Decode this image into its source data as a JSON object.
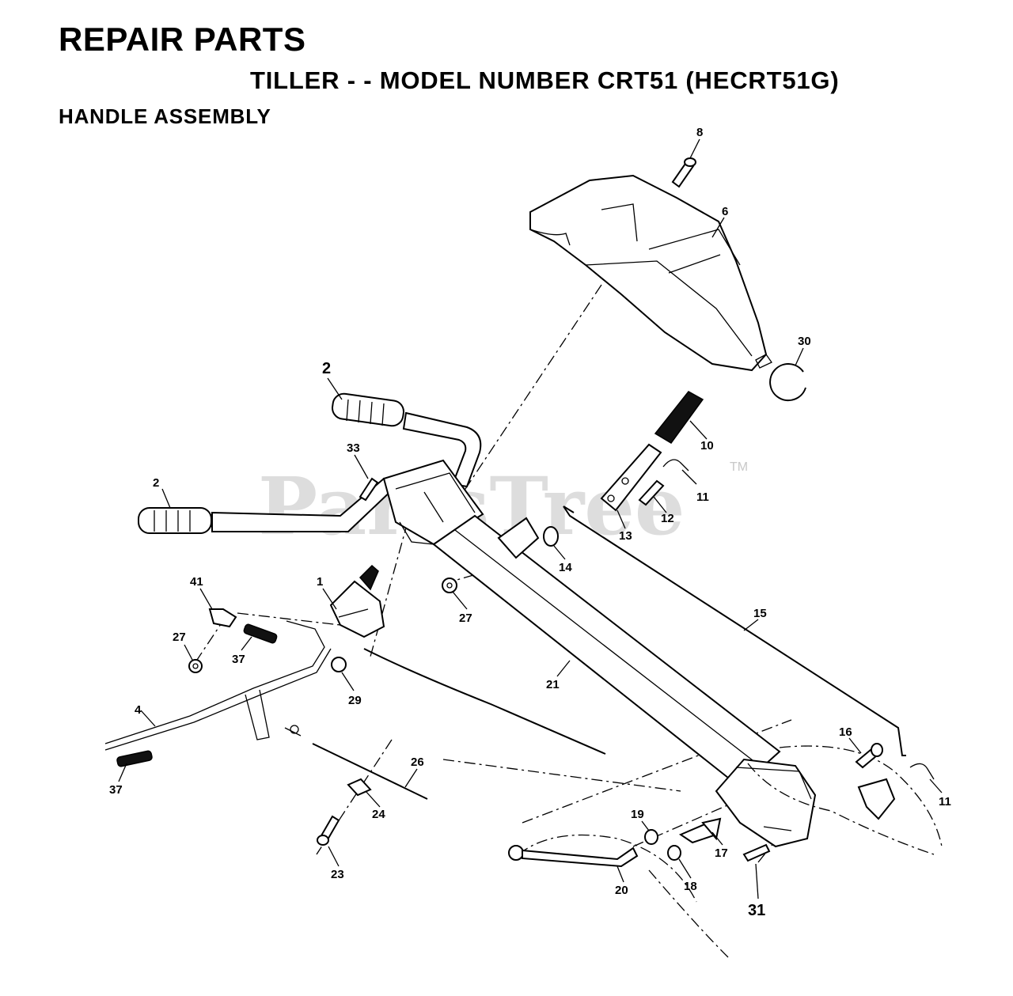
{
  "header": {
    "title": "REPAIR PARTS",
    "subtitle": "TILLER - - MODEL NUMBER CRT51 (HECRT51G)",
    "section": "HANDLE  ASSEMBLY"
  },
  "watermark": {
    "text": "PartsTree",
    "trademark": "TM"
  },
  "callouts": {
    "c1": "1",
    "c2a": "2",
    "c2b": "2",
    "c4": "4",
    "c6": "6",
    "c8": "8",
    "c10": "10",
    "c11a": "11",
    "c11b": "11",
    "c12": "12",
    "c13": "13",
    "c14": "14",
    "c15": "15",
    "c16": "16",
    "c17": "17",
    "c18": "18",
    "c19": "19",
    "c20": "20",
    "c21": "21",
    "c23": "23",
    "c24": "24",
    "c26": "26",
    "c27a": "27",
    "c27b": "27",
    "c29": "29",
    "c30": "30",
    "c31": "31",
    "c33": "33",
    "c37a": "37",
    "c37b": "37",
    "c41": "41"
  }
}
